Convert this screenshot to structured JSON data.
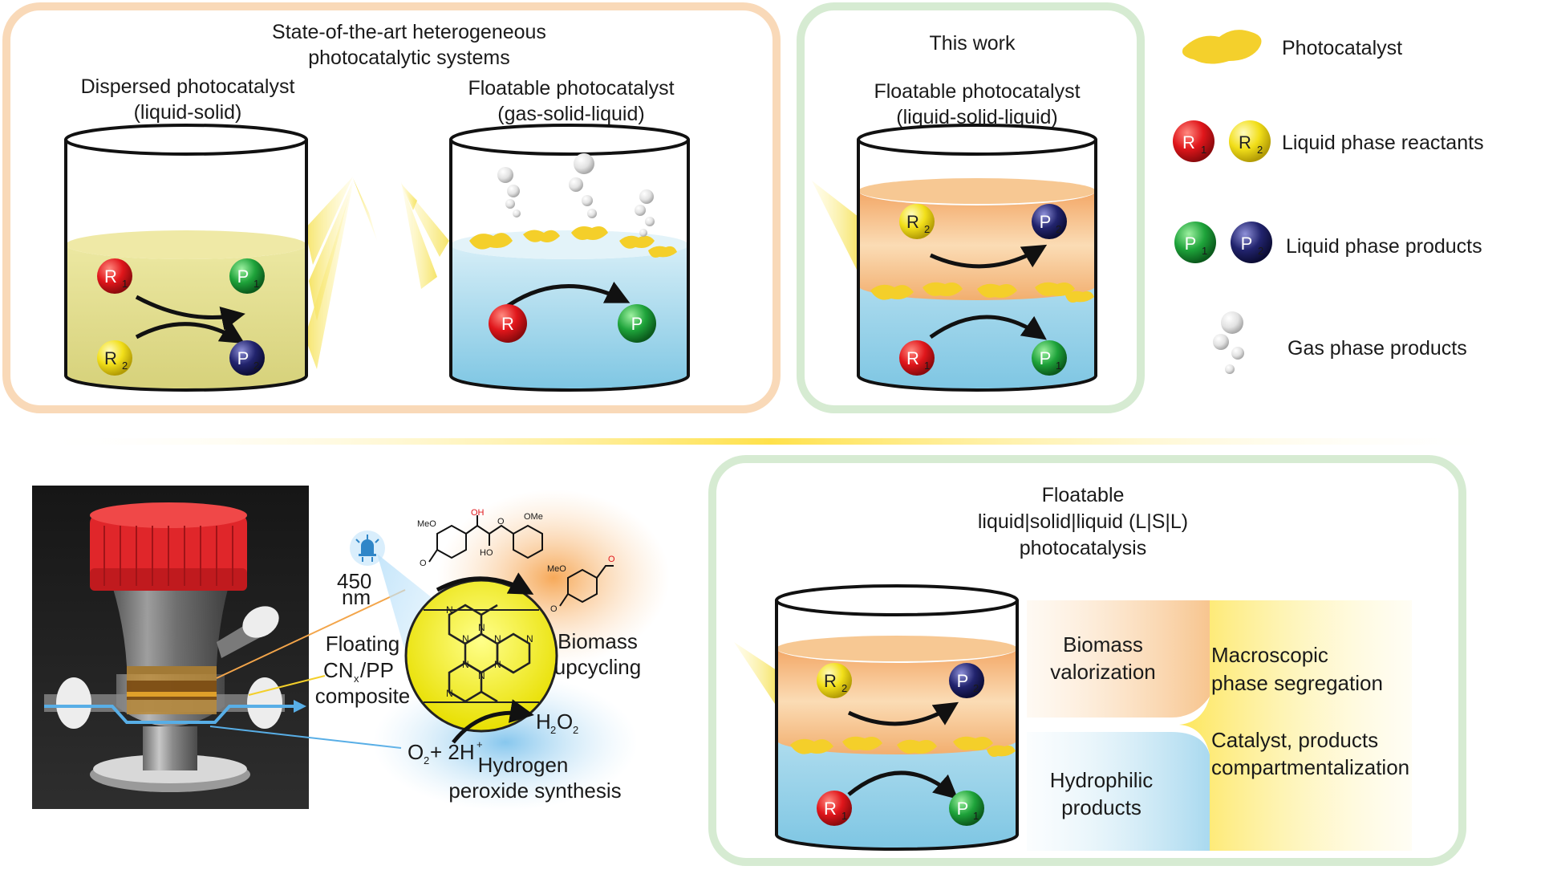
{
  "top": {
    "sota_title_line1": "State-of-the-art heterogeneous",
    "sota_title_line2": "photocatalytic systems",
    "dispersed_title": "Dispersed photocatalyst",
    "dispersed_sub": "(liquid-solid)",
    "floatable_gsl_title": "Floatable photocatalyst",
    "floatable_gsl_sub": "(gas-solid-liquid)",
    "this_work": "This work",
    "floatable_lsl_title": "Floatable photocatalyst",
    "floatable_lsl_sub": "(liquid-solid-liquid)"
  },
  "legend": {
    "photocatalyst": "Photocatalyst",
    "reactants": "Liquid phase reactants",
    "products": "Liquid phase products",
    "gas": "Gas phase products"
  },
  "balls": {
    "R": "R",
    "P": "P",
    "sub1": "1",
    "sub2": "2"
  },
  "bottom": {
    "wavelength": "450",
    "wavelength_unit": "nm",
    "floating_line1": "Floating",
    "floating_cn": "CN",
    "floating_x": "x",
    "floating_pp": "/PP",
    "floating_line3": "composite",
    "biomass_line1": "Biomass",
    "biomass_line2": "upcycling",
    "h2o2_h": "H",
    "h2o2_o": "O",
    "h2o2_2": "2",
    "o2_o": "O",
    "o2_2": "2",
    "plus_2h": "+ 2H",
    "plus_sup": "+",
    "hydrogen_line1": "Hydrogen",
    "hydrogen_line2": "peroxide synthesis",
    "meo": "MeO",
    "oh": "OH",
    "ho": "HO",
    "ome": "OMe",
    "o_ether": "O",
    "o_aldehyde": "O",
    "o_link": "O",
    "n_atom": "N"
  },
  "lsl_panel": {
    "title_line1": "Floatable",
    "title_line2": "liquid|solid|liquid (L|S|L)",
    "title_line3": "photocatalysis",
    "biomass_val_line1": "Biomass",
    "biomass_val_line2": "valorization",
    "hydrophilic_line1": "Hydrophilic",
    "hydrophilic_line2": "products",
    "macro_line1": "Macroscopic",
    "macro_line2": "phase segregation",
    "compart_line1": "Catalyst, products",
    "compart_line2": "compartmentalization"
  },
  "colors": {
    "red_ball": "#e0161b",
    "yellow_ball": "#f5e21a",
    "green_ball": "#1ea33a",
    "navy_ball": "#22246e",
    "orange_frame": "#f9d9b8",
    "green_frame": "#d6ebd2",
    "cap_red": "#e0262a"
  }
}
